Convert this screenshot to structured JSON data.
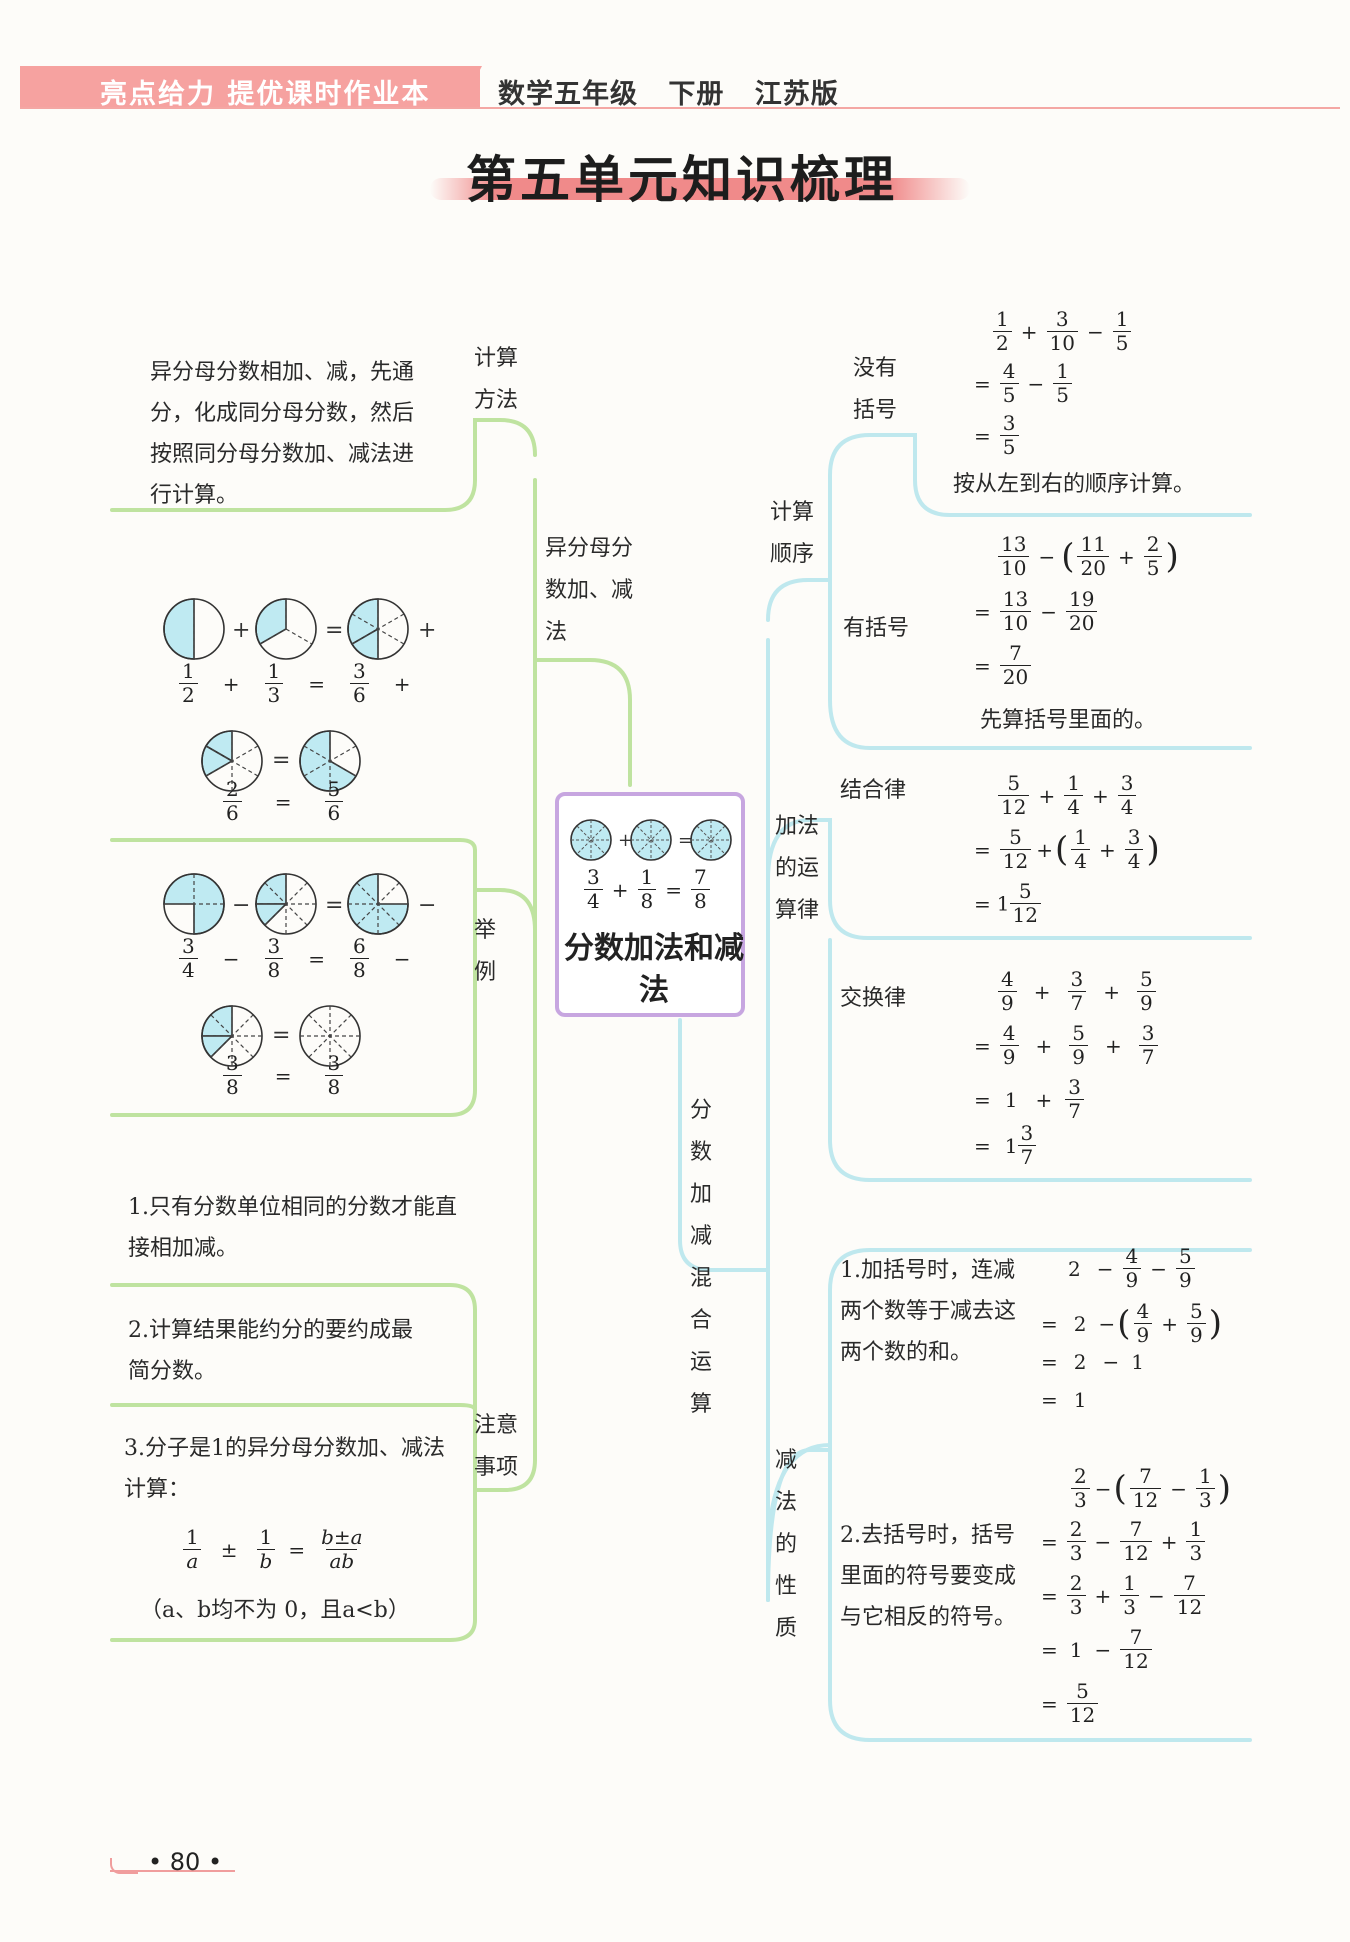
{
  "header": {
    "left": "亮点给力 提优课时作业本",
    "right": "数学五年级 下册 江苏版"
  },
  "title": "第五单元知识梳理",
  "center": {
    "title": "分数加法和减法",
    "eq": {
      "a": "3",
      "b": "4",
      "c": "1",
      "d": "8",
      "e": "7",
      "f": "8"
    }
  },
  "left": {
    "branch": "异分母分数加、减法",
    "method_label": "计算方法",
    "method_text": "异分母分数相加、减，先通分，化成同分母分数，然后按照同分母分数加、减法进行计算。",
    "example_label": "举例",
    "ex1": {
      "r1": [
        "1",
        "2",
        "1",
        "3",
        "3",
        "6"
      ],
      "r2": [
        "2",
        "6",
        "5",
        "6"
      ]
    },
    "ex2": {
      "r1": [
        "3",
        "4",
        "3",
        "8",
        "6",
        "8"
      ],
      "r2": [
        "3",
        "8",
        "3",
        "8"
      ]
    },
    "notes_label": "注意事项",
    "note1": "1.只有分数单位相同的分数才能直接相加减。",
    "note2": "2.计算结果能约分的要约成最简分数。",
    "note3_a": "3.分子是1的异分母分数加、减法计算：",
    "note3_formula": [
      "1",
      "a",
      "1",
      "b",
      "b±a",
      "ab"
    ],
    "note3_cond": "（a、b均不为 0，且a<b）"
  },
  "right": {
    "mixed_label": "分数加减混合运算",
    "order_label": "计算顺序",
    "no_paren_label": "没有括号",
    "no_paren_text": "按从左到右的顺序计算。",
    "paren_label": "有括号",
    "paren_text": "先算括号里面的。",
    "law_label": "加法的运算律",
    "assoc_label": "结合律",
    "comm_label": "交换律",
    "sub_label": "减法的性质",
    "sub1_text": "1.加括号时，连减两个数等于减去这两个数的和。",
    "sub2_text": "2.去括号时，括号里面的符号要变成与它相反的符号。"
  },
  "page": "• 80 •"
}
